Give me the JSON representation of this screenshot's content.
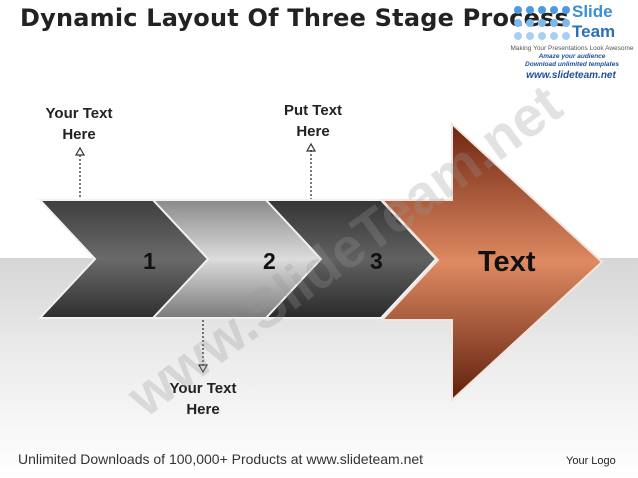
{
  "title": "Dynamic Layout Of Three Stage Process",
  "logo": {
    "word1": "Slide",
    "word2": "Team",
    "tagline": "Making Your Presentations Look Awesome",
    "amaze": "Amaze your audience",
    "download": "Download unlimited templates",
    "url": "www.slideteam.net"
  },
  "labels": {
    "top_left": [
      "Your Text",
      "Here"
    ],
    "top_right": [
      "Put Text",
      "Here"
    ],
    "bottom": [
      "Your Text",
      "Here"
    ]
  },
  "stages": [
    "1",
    "2",
    "3"
  ],
  "arrow_text": "Text",
  "watermark": "www.SlideTeam.net",
  "footer": "Unlimited Downloads of 100,000+ Products at www.slideteam.net",
  "your_logo": "Your Logo",
  "colors": {
    "chevron_dark": "#5a5a5a",
    "chevron_light": "#c9c9c9",
    "arrow_dark": "#7a2d12",
    "arrow_light": "#d9805a",
    "logo_blue": "#1f4f99"
  }
}
